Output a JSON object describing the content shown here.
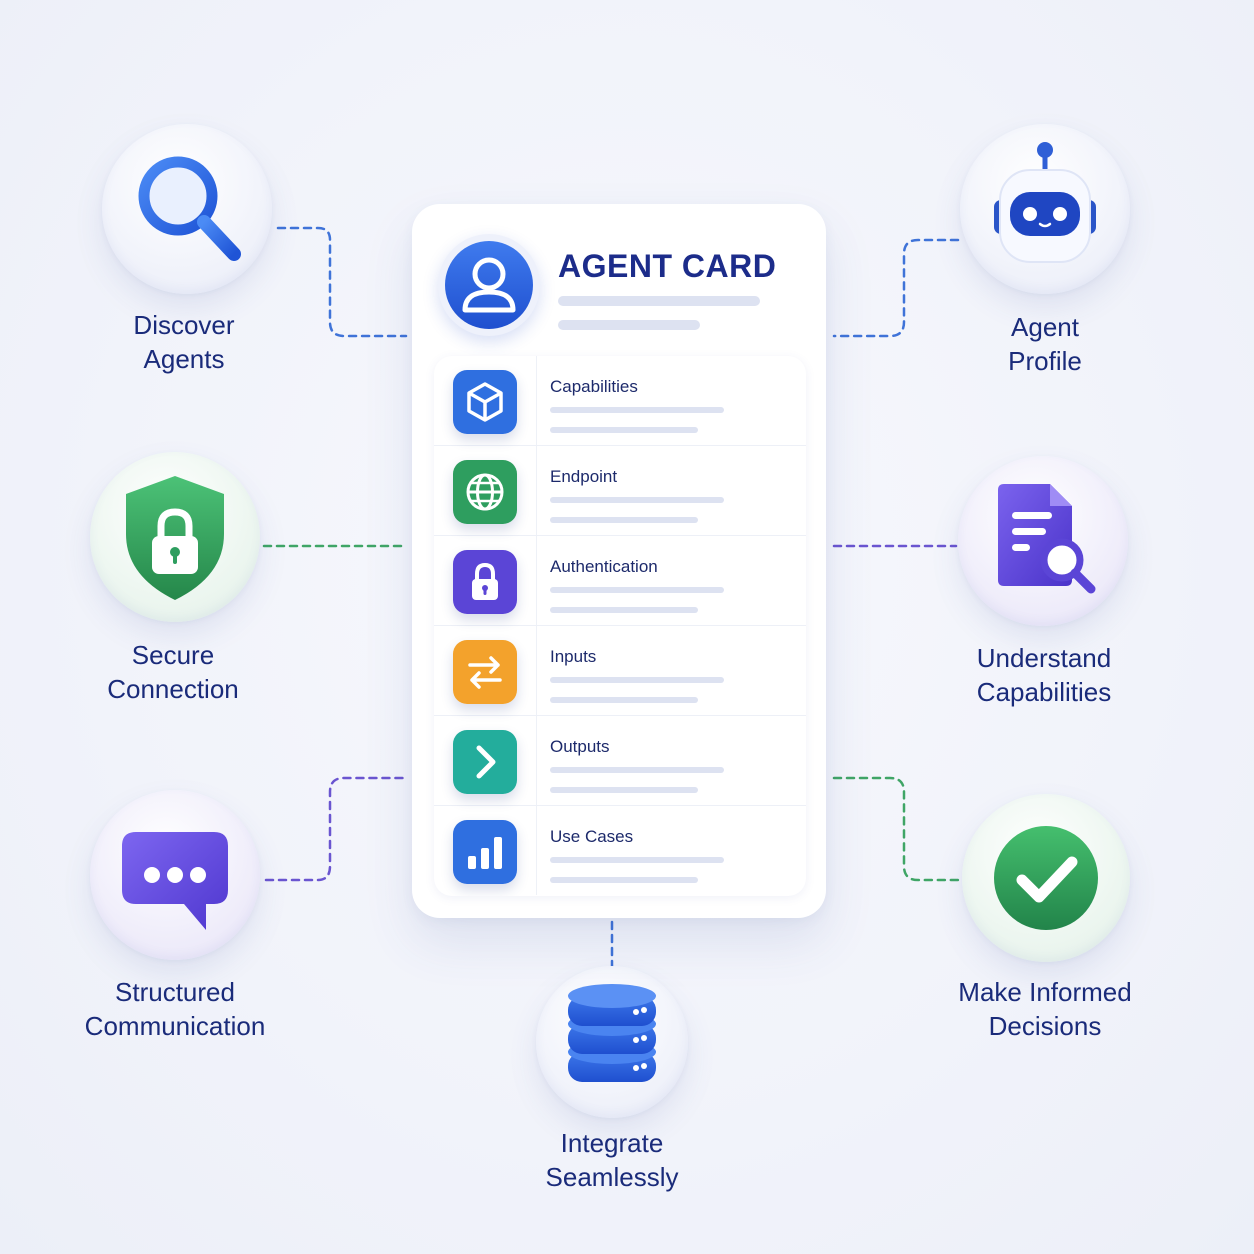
{
  "card": {
    "title": "AGENT CARD",
    "rows": [
      {
        "label": "Capabilities",
        "icon": "cube-icon",
        "color": "#2f6fe0"
      },
      {
        "label": "Endpoint",
        "icon": "globe-icon",
        "color": "#2e9e5f"
      },
      {
        "label": "Authentication",
        "icon": "lock-icon",
        "color": "#5b45d6"
      },
      {
        "label": "Inputs",
        "icon": "swap-arrows-icon",
        "color": "#f3a22c"
      },
      {
        "label": "Outputs",
        "icon": "chevron-right-icon",
        "color": "#23ad9c"
      },
      {
        "label": "Use Cases",
        "icon": "bar-chart-icon",
        "color": "#2f6fe0"
      }
    ]
  },
  "nodes": {
    "discover": {
      "line1": "Discover",
      "line2": "Agents",
      "icon": "magnifier-icon"
    },
    "profile": {
      "line1": "Agent",
      "line2": "Profile",
      "icon": "robot-icon"
    },
    "secure": {
      "line1": "Secure",
      "line2": "Connection",
      "icon": "shield-lock-icon"
    },
    "understand": {
      "line1": "Understand",
      "line2": "Capabilities",
      "icon": "document-search-icon"
    },
    "structured": {
      "line1": "Structured",
      "line2": "Communication",
      "icon": "chat-bubble-icon"
    },
    "decisions": {
      "line1": "Make Informed",
      "line2": "Decisions",
      "icon": "checkmark-icon"
    },
    "integrate": {
      "line1": "Integrate",
      "line2": "Seamlessly",
      "icon": "database-icon"
    }
  },
  "colors": {
    "blue": "#2f6fe0",
    "green": "#2e9e5f",
    "purple": "#5b45d6",
    "navy_text": "#1a2b7a"
  }
}
